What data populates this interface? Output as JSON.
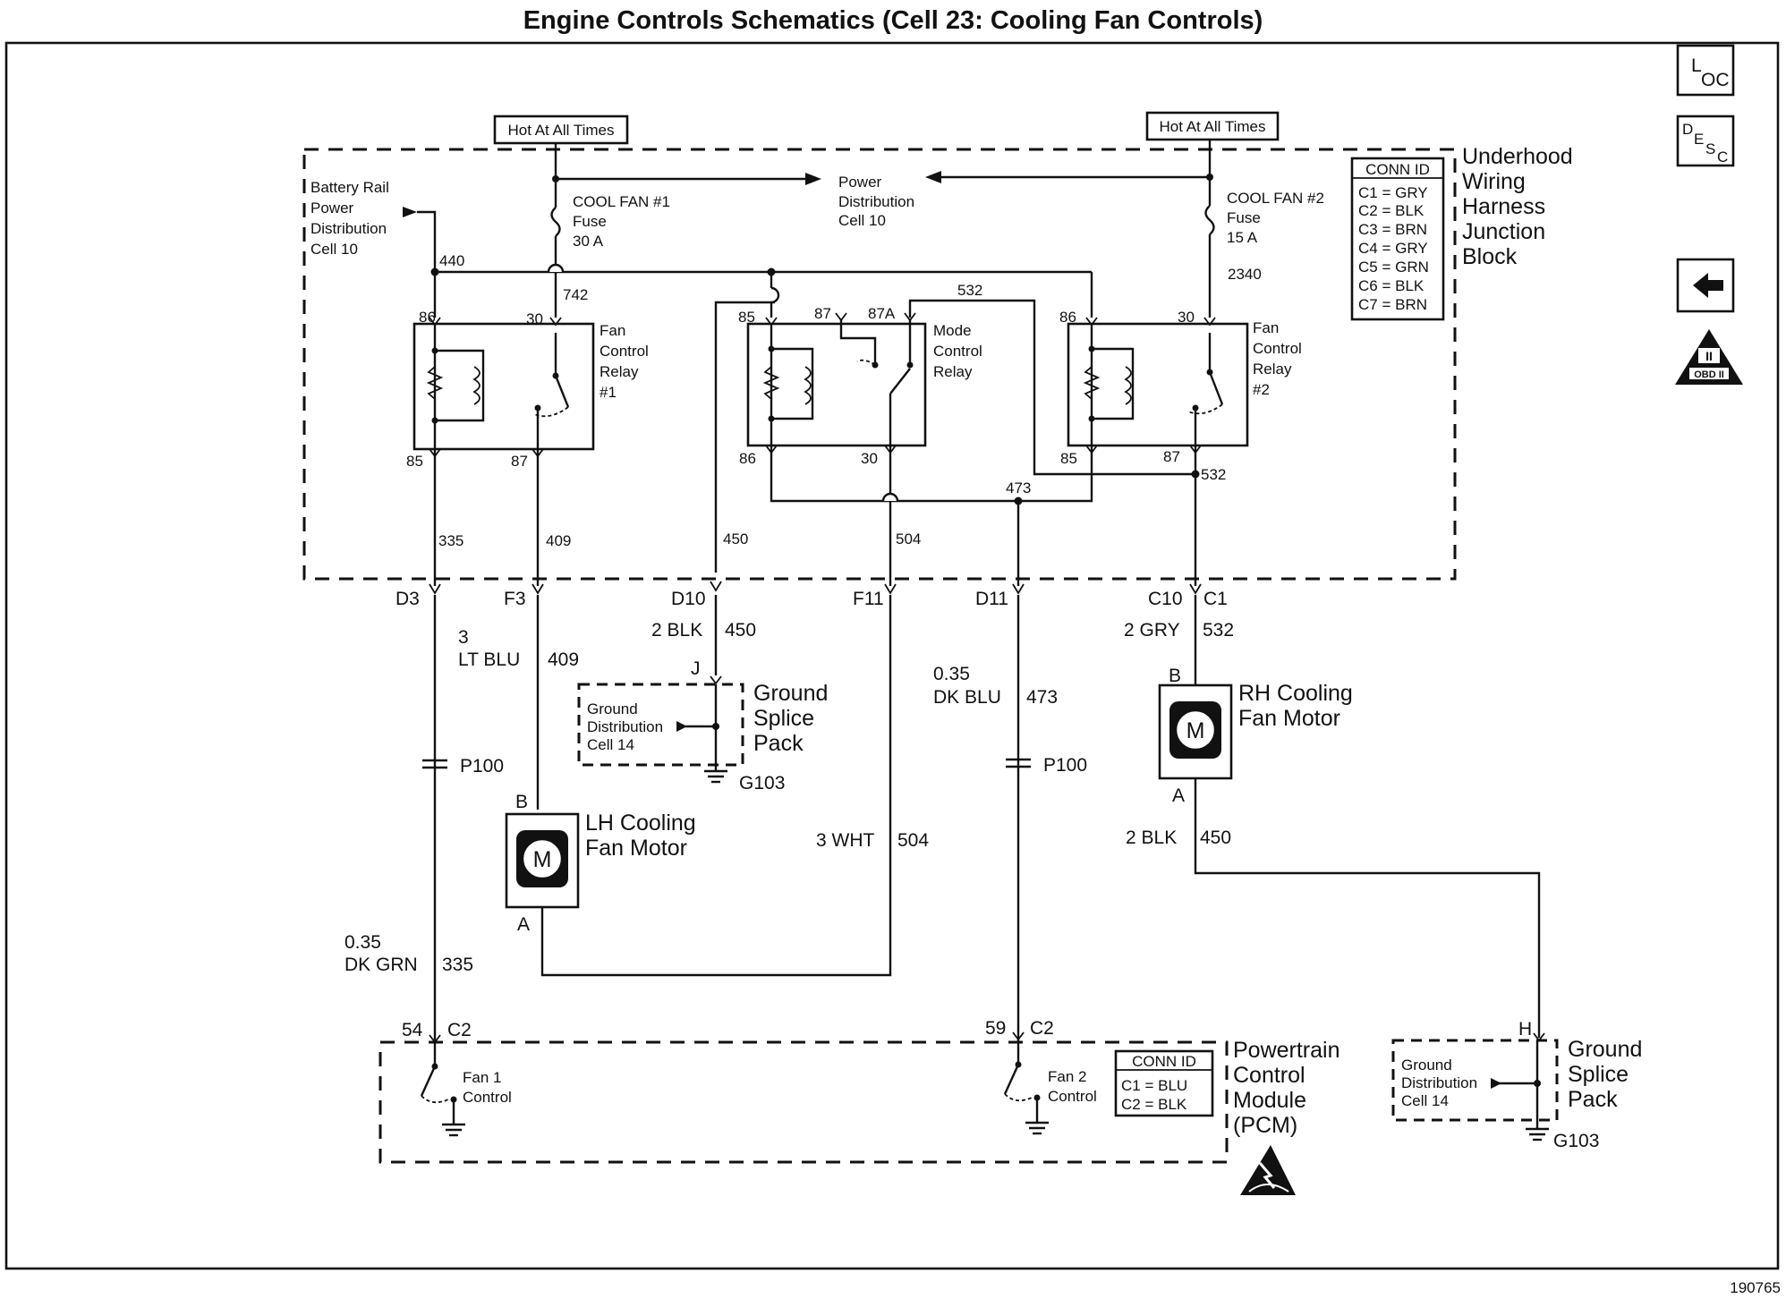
{
  "title": "Engine Controls Schematics (Cell 23: Cooling Fan Controls)",
  "figure_number": "190765",
  "hot_at_all_times": "Hot At All Times",
  "underhood_block": [
    "Underhood",
    "Wiring",
    "Harness",
    "Junction",
    "Block"
  ],
  "conn_id_underhood": {
    "header": "CONN ID",
    "rows": [
      "C1 = GRY",
      "C2 = BLK",
      "C3 = BRN",
      "C4 = GRY",
      "C5 = GRN",
      "C6 = BLK",
      "C7 = BRN"
    ]
  },
  "conn_id_pcm": {
    "header": "CONN ID",
    "rows": [
      "C1 = BLU",
      "C2 = BLK"
    ]
  },
  "battery_rail": [
    "Battery Rail",
    "Power",
    "Distribution",
    "Cell 10"
  ],
  "power_distribution": [
    "Power",
    "Distribution",
    "Cell 10"
  ],
  "fuse1": [
    "COOL FAN #1",
    "Fuse",
    "30 A"
  ],
  "fuse2": [
    "COOL FAN #2",
    "Fuse",
    "15 A"
  ],
  "relay1": [
    "Fan",
    "Control",
    "Relay",
    "#1"
  ],
  "relay_mode": [
    "Mode",
    "Control",
    "Relay"
  ],
  "relay2": [
    "Fan",
    "Control",
    "Relay",
    "#2"
  ],
  "pins": {
    "r1_86": "86",
    "r1_30": "30",
    "r1_85": "85",
    "r1_87": "87",
    "m_85": "85",
    "m_87": "87",
    "m_87a": "87A",
    "m_86": "86",
    "m_30": "30",
    "r2_86": "86",
    "r2_30": "30",
    "r2_85": "85",
    "r2_87": "87"
  },
  "circuits": {
    "c440": "440",
    "c742": "742",
    "c532_top": "532",
    "c2340": "2340",
    "c335_in": "335",
    "c409_in": "409",
    "c450_in": "450",
    "c504_in": "504",
    "c473": "473",
    "c532_mid": "532"
  },
  "connectors": {
    "d3": "D3",
    "f3": "F3",
    "d10": "D10",
    "f11": "F11",
    "d11": "D11",
    "c10": "C10",
    "c1": "C1",
    "j": "J",
    "b_lh": "B",
    "a_lh": "A",
    "b_rh": "B",
    "a_rh": "A",
    "h": "H",
    "pin54": "54",
    "c2_54": "C2",
    "pin59": "59",
    "c2_59": "C2"
  },
  "wires": {
    "w_lt_blu_size": "3",
    "w_lt_blu": "LT BLU",
    "w_lt_blu_num": "409",
    "w_blk_d10": "2 BLK",
    "w_blk_d10_num": "450",
    "w_dk_blu_size": "0.35",
    "w_dk_blu": "DK BLU",
    "w_dk_blu_num": "473",
    "w_gry": "2 GRY",
    "w_gry_num": "532",
    "w_wht": "3 WHT",
    "w_wht_num": "504",
    "w_blk_rh": "2 BLK",
    "w_blk_rh_num": "450",
    "w_dk_grn_size": "0.35",
    "w_dk_grn": "DK GRN",
    "w_dk_grn_num": "335"
  },
  "splice_p100": "P100",
  "ground_splice_pack": [
    "Ground",
    "Splice",
    "Pack"
  ],
  "ground_distribution": [
    "Ground",
    "Distribution",
    "Cell 14"
  ],
  "g103": "G103",
  "lh_motor": [
    "LH Cooling",
    "Fan Motor"
  ],
  "rh_motor": [
    "RH Cooling",
    "Fan Motor"
  ],
  "motor_symbol": "M",
  "pcm": [
    "Powertrain",
    "Control",
    "Module",
    "(PCM)"
  ],
  "fan1_control": [
    "Fan 1",
    "Control"
  ],
  "fan2_control": [
    "Fan 2",
    "Control"
  ],
  "icons": {
    "loc_main": "L",
    "loc_sub": "OC",
    "desc_main": "D",
    "desc_sub1": "E",
    "desc_sub2": "S",
    "desc_sub3": "C",
    "obd_roman": "II",
    "obd_label": "OBD II",
    "back_arrow": "back-arrow-icon",
    "esd_warning": "esd-warning-icon"
  }
}
